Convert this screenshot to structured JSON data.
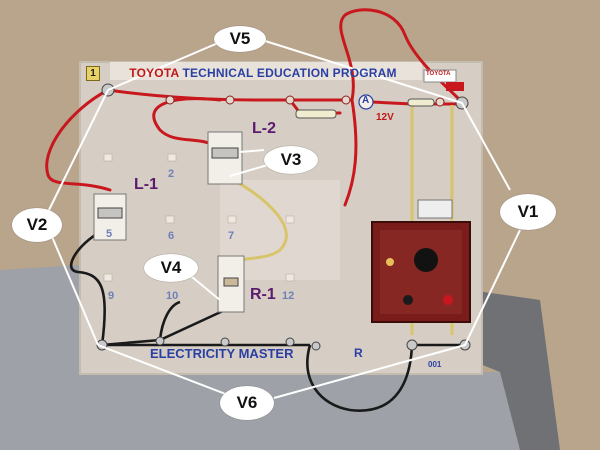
{
  "board": {
    "title_brand": "TOYOTA",
    "title_rest": " TECHNICAL EDUCATION PROGRAM",
    "bottom_label": "ELECTRICITY MASTER",
    "r_label": "R",
    "voltage_label": "12V",
    "meter_symbol": "A",
    "corner_tag": "1",
    "small_badge": "TOYOTA",
    "numbers": [
      "2",
      "5",
      "6",
      "7",
      "9",
      "10",
      "12"
    ],
    "serial": "001"
  },
  "components": {
    "l1": "L-1",
    "l2": "L-2",
    "r1": "R-1"
  },
  "callouts": {
    "v1": "V1",
    "v2": "V2",
    "v3": "V3",
    "v4": "V4",
    "v5": "V5",
    "v6": "V6"
  },
  "colors": {
    "wall": "#b9a48c",
    "board": "#d8d0c8",
    "red_wire": "#c8181e",
    "black_wire": "#1a1a1a",
    "yellow_wire": "#d8c46a",
    "board_text": "#2a3fa3",
    "component_label": "#5b1a6e",
    "callout_line": "#ffffff"
  }
}
